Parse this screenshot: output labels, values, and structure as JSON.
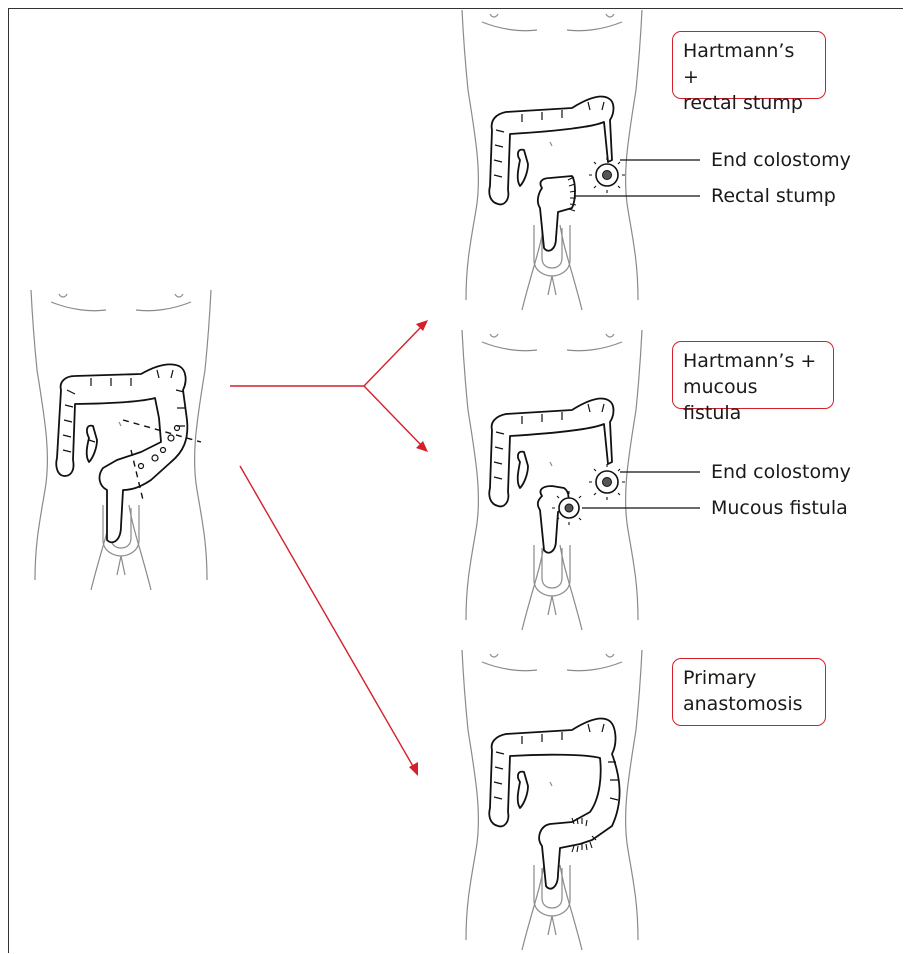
{
  "labels": {
    "hartmann_rectal_stump": "Hartmann’s +\nrectal stump",
    "hartmann_mucous_fistula": "Hartmann’s +\nmucous fistula",
    "primary_anastomosis": "Primary\nanastomosis"
  },
  "callouts": {
    "end_colostomy_1": "End colostomy",
    "rectal_stump": "Rectal stump",
    "end_colostomy_2": "End colostomy",
    "mucous_fistula": "Mucous fistula"
  },
  "colors": {
    "accent": "#d3202a",
    "outline": "#8a8a8a",
    "ink": "#111111"
  }
}
